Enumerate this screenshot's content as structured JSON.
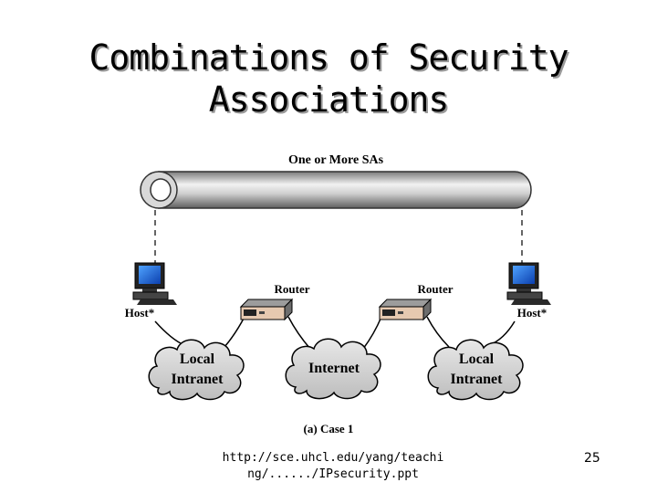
{
  "slide": {
    "title_line1": "Combinations of Security",
    "title_line2": "Associations",
    "footer_url_line1": "http://sce.uhcl.edu/yang/teachi",
    "footer_url_line2": "ng/....../IPsecurity.ppt",
    "page_number": "25"
  },
  "diagram": {
    "tunnel_label": "One or More SAs",
    "router_left_label": "Router",
    "router_right_label": "Router",
    "host_left_label": "Host*",
    "host_right_label": "Host*",
    "cloud_left_line1": "Local",
    "cloud_left_line2": "Intranet",
    "cloud_center_label": "Internet",
    "cloud_right_line1": "Local",
    "cloud_right_line2": "Intranet",
    "caption": "(a) Case 1"
  }
}
